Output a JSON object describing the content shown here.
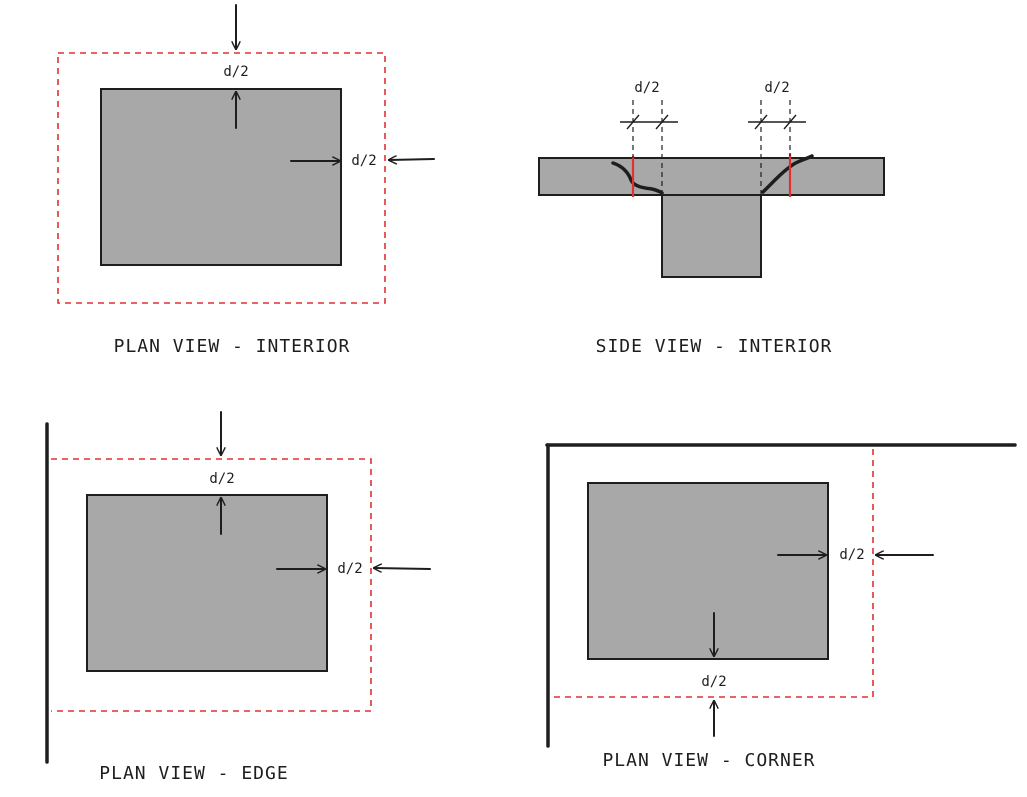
{
  "colors": {
    "ink": "#1e1e1e",
    "fill": "#a8a8a8",
    "perimeter": "#e03131"
  },
  "panels": {
    "interior_plan": {
      "caption": "PLAN VIEW - INTERIOR",
      "dim_top": "d/2",
      "dim_right": "d/2"
    },
    "interior_side": {
      "caption": "SIDE VIEW - INTERIOR",
      "dim_left": "d/2",
      "dim_right": "d/2"
    },
    "edge_plan": {
      "caption": "PLAN VIEW - EDGE",
      "dim_top": "d/2",
      "dim_right": "d/2"
    },
    "corner_plan": {
      "caption": "PLAN VIEW - CORNER",
      "dim_right": "d/2",
      "dim_bottom": "d/2"
    }
  }
}
